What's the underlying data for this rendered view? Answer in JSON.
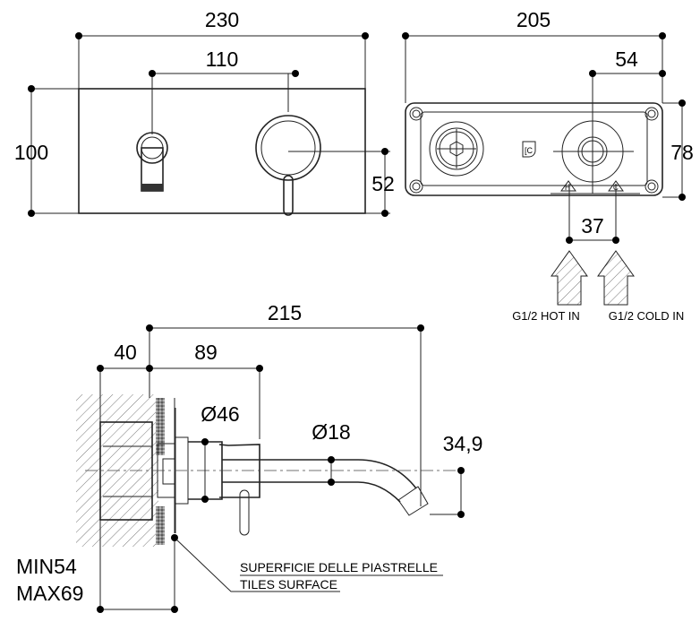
{
  "title": "Wall-mounted basin mixer technical drawing",
  "front_view": {
    "width": "230",
    "spacing": "110",
    "height": "100",
    "handle_height": "52"
  },
  "back_view": {
    "width": "205",
    "offset": "54",
    "height": "78",
    "inlet_spacing": "37",
    "hot_label": "G1/2 HOT IN",
    "cold_label": "G1/2 COLD IN",
    "hot_mark": "H",
    "cold_mark": "C"
  },
  "side_view": {
    "projection": "215",
    "wall_depth": "40",
    "handle_projection": "89",
    "body_diameter": "Ø46",
    "spout_diameter": "Ø18",
    "spout_drop": "34,9",
    "min_depth": "MIN54",
    "max_depth": "MAX69",
    "tiles_label_it": "SUPERFICIE DELLE PIASTRELLE",
    "tiles_label_en": "TILES SURFACE"
  }
}
